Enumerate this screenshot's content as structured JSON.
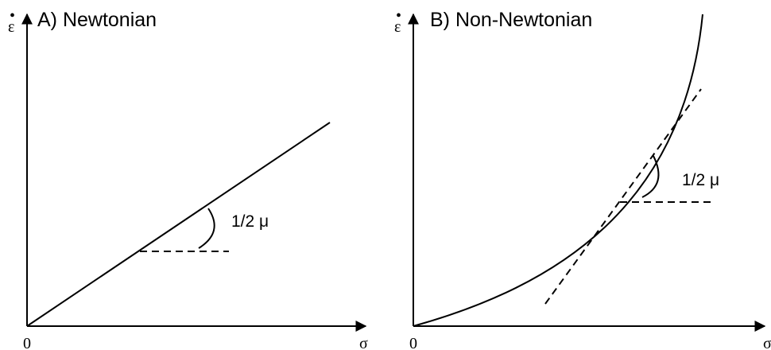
{
  "panel_a": {
    "title": "A) Newtonian",
    "y_label": "ε",
    "y_dot": "•",
    "x_label": "σ",
    "origin": "0",
    "slope_label": "1/2 μ"
  },
  "panel_b": {
    "title": "B) Non-Newtonian",
    "y_label": "ε",
    "y_dot": "•",
    "x_label": "σ",
    "origin": "0",
    "slope_label": "1/2 μ"
  }
}
